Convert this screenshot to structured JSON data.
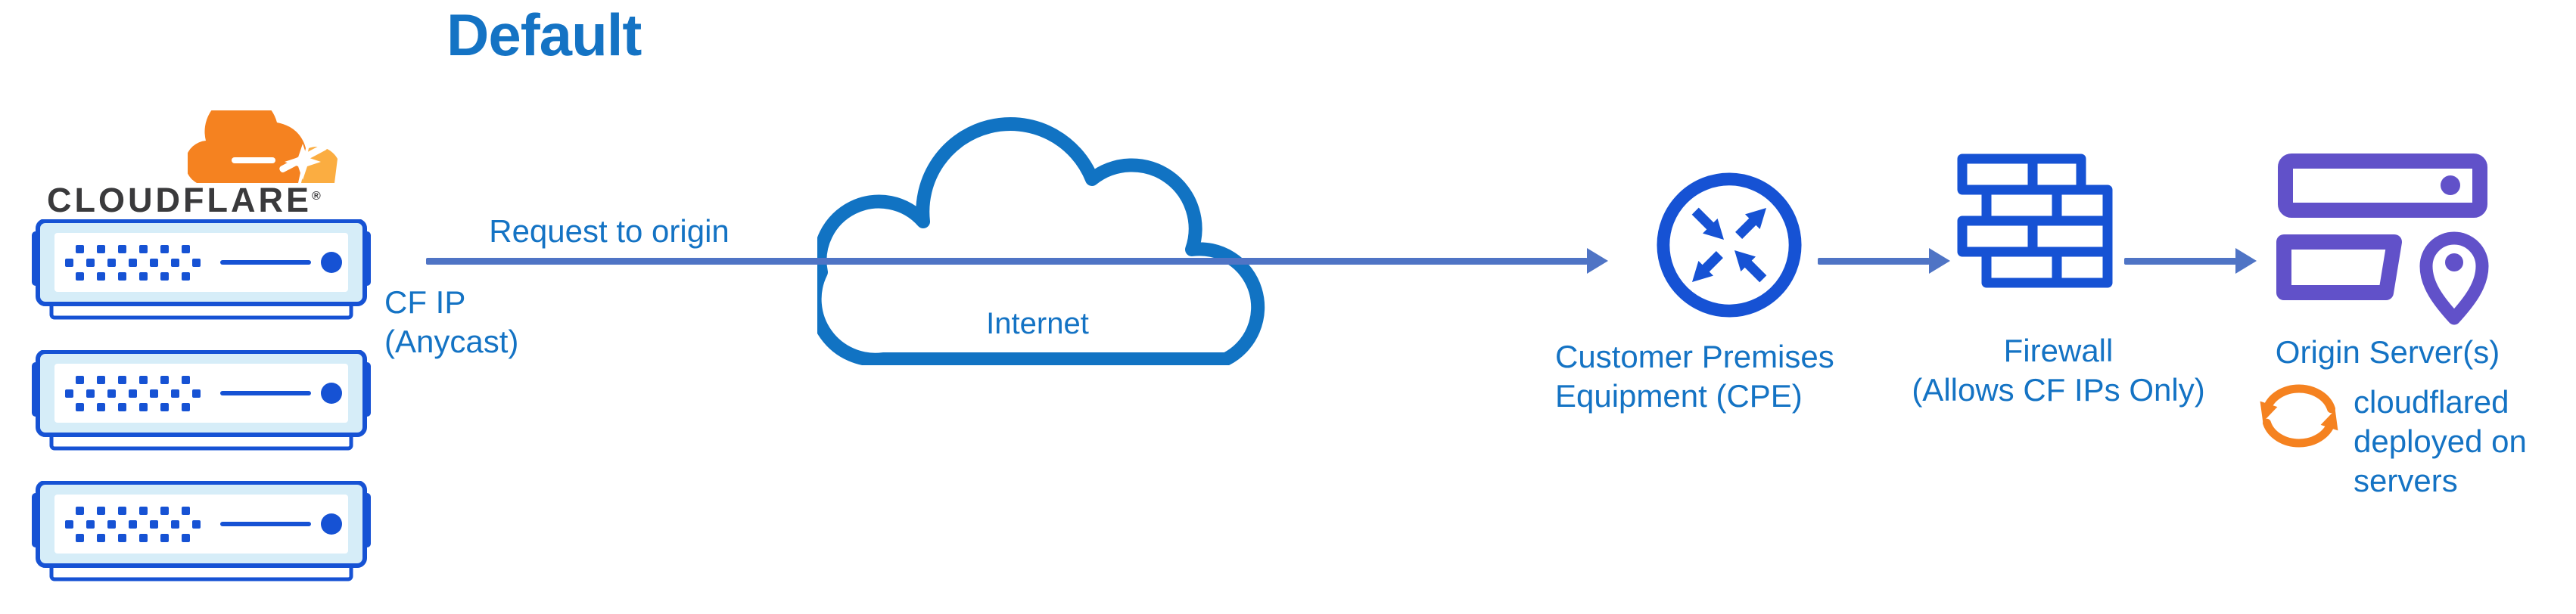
{
  "title": "Default",
  "logo": {
    "wordmark": "CLOUDFLARE",
    "registered": "®"
  },
  "edge": {
    "request_label": "Request to origin",
    "ip_lines": [
      "CF IP",
      "(Anycast)"
    ]
  },
  "internet": {
    "label": "Internet"
  },
  "cpe": {
    "label_lines": [
      "Customer Premises",
      "Equipment (CPE)"
    ]
  },
  "firewall": {
    "label_lines": [
      "Firewall",
      "(Allows CF IPs Only)"
    ]
  },
  "origin": {
    "label": "Origin Server(s)",
    "note_lines": [
      "cloudflared",
      "deployed on",
      "servers"
    ]
  },
  "icons": {
    "logo": "cloudflare-logo-cloud-icon",
    "edge": "edge-server-icon",
    "internet": "internet-cloud-icon",
    "cpe": "router-arrows-icon",
    "firewall": "brick-wall-icon",
    "origin": "origin-servers-pin-icon",
    "cloudflared": "sync-arrows-icon"
  },
  "colors": {
    "blue-text": "#1473c4",
    "blue-icon": "#1652d4",
    "blue-cloud": "#1173c3",
    "slate": "#4f74c5",
    "purple": "#6151c9",
    "orange": "#f58220",
    "orange-light": "#fbad41",
    "pale": "#d6edf8",
    "dark": "#3a3a3c"
  }
}
